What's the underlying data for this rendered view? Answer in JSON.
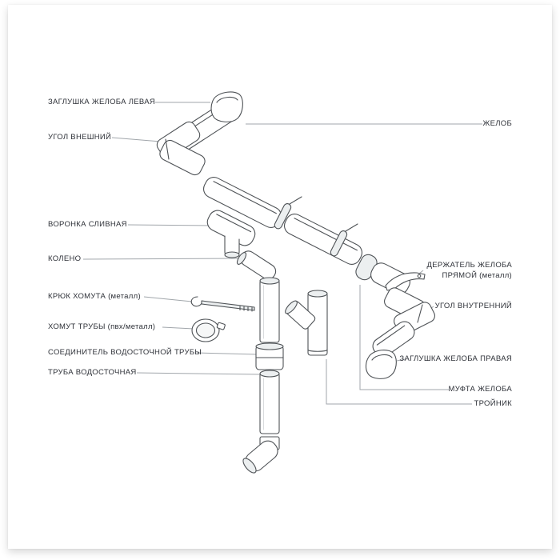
{
  "page": {
    "description": "Exploded line-art diagram of a rain gutter and downpipe system with Russian part labels"
  },
  "colors": {
    "label_text": "#2e3138",
    "leader_line": "#a1a6ab",
    "line_art": "#4e5256"
  },
  "labels": {
    "left": [
      {
        "text": "ЗАГЛУШКА ЖЕЛОБА ЛЕВАЯ"
      },
      {
        "text": "УГОЛ ВНЕШНИЙ"
      },
      {
        "text": "ВОРОНКА СЛИВНАЯ"
      },
      {
        "text": "КОЛЕНО"
      },
      {
        "text": "КРЮК ХОМУТА (металл)"
      },
      {
        "text": "ХОМУТ ТРУБЫ (пвх/металл)"
      },
      {
        "text": "СОЕДИНИТЕЛЬ ВОДОСТОЧНОЙ ТРУБЫ"
      },
      {
        "text": "ТРУБА ВОДОСТОЧНАЯ"
      }
    ],
    "right": [
      {
        "text": "ЖЕЛОБ"
      },
      {
        "line1": "ДЕРЖАТЕЛЬ ЖЕЛОБА",
        "line2": "ПРЯМОЙ (металл)"
      },
      {
        "text": "УГОЛ ВНУТРЕННИЙ"
      },
      {
        "text": "ЗАГЛУШКА ЖЕЛОБА ПРАВАЯ"
      },
      {
        "text": "МУФТА ЖЕЛОБА"
      },
      {
        "text": "ТРОЙНИК"
      }
    ]
  }
}
